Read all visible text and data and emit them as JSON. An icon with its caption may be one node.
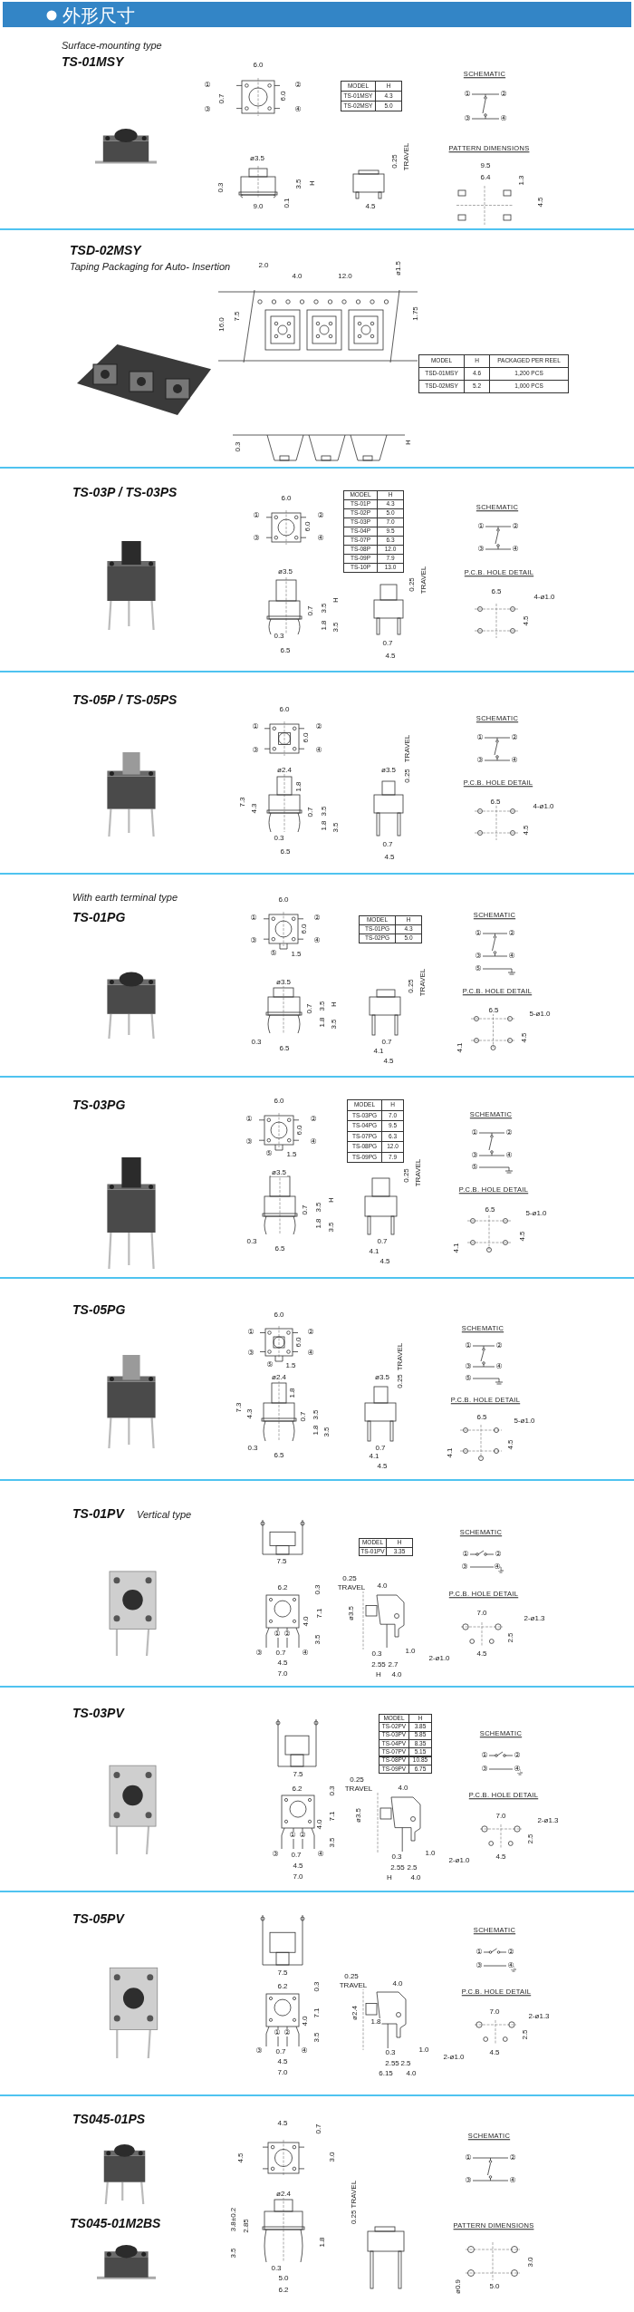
{
  "diagram": {
    "title": "外形尺寸",
    "labels": [
      "Surface-mounting type",
      "TS-01MSY",
      "6.0",
      "①",
      "②",
      "③",
      "④",
      "0.7",
      "6.0",
      "MODEL",
      "H",
      "TS-01MSY",
      "4.3",
      "TS-02MSY",
      "5.0",
      "SCHEMATIC",
      "①",
      "②",
      "③",
      "④",
      "ø3.5",
      "0.3",
      "3.5",
      "H",
      "9.0",
      "0.1",
      "0.25",
      "TRAVEL",
      "4.5",
      "PATTERN DIMENSIONS",
      "9.5",
      "6.4",
      "1.3",
      "4.5",
      "TSD-02MSY",
      "Taping Packaging for Auto- Insertion",
      "2.0",
      "4.0",
      "12.0",
      "ø1.5",
      "7.5",
      "16.0",
      "1.75",
      "MODEL",
      "H",
      "PACKAGED PER REEL",
      "TSD-01MSY",
      "4.6",
      "1,200 PCS",
      "TSD-02MSY",
      "5.2",
      "1,000 PCS",
      "0.3",
      "H",
      "TS-03P / TS-03PS",
      "6.0",
      "①",
      "②",
      "③",
      "④",
      "6.0",
      "MODEL",
      "H",
      "TS-01P",
      "4.3",
      "TS-02P",
      "5.0",
      "TS-03P",
      "7.0",
      "TS-04P",
      "9.5",
      "TS-07P",
      "6.3",
      "TS-08P",
      "12.0",
      "TS-09P",
      "7.9",
      "TS-10P",
      "13.0",
      "SCHEMATIC",
      "①",
      "②",
      "③",
      "④",
      "ø3.5",
      "0.7",
      "3.5",
      "H",
      "1.8",
      "3.5",
      "0.3",
      "6.5",
      "0.25",
      "TRAVEL",
      "0.7",
      "4.5",
      "P.C.B. HOLE DETAIL",
      "6.5",
      "4-ø1.0",
      "4.5",
      "TS-05P / TS-05PS",
      "6.0",
      "①",
      "②",
      "③",
      "④",
      "6.0",
      "ø2.4",
      "ø3.5",
      "0.25",
      "TRAVEL",
      "SCHEMATIC",
      "①",
      "②",
      "③",
      "④",
      "1.8",
      "7.3",
      "4.3",
      "0.7",
      "3.5",
      "1.8",
      "3.5",
      "0.3",
      "6.5",
      "0.7",
      "4.5",
      "P.C.B. HOLE DETAIL",
      "6.5",
      "4-ø1.0",
      "4.5",
      "With earth terminal type",
      "TS-01PG",
      "6.0",
      "①",
      "②",
      "③",
      "④",
      "6.0",
      "⑤",
      "1.5",
      "MODEL",
      "H",
      "TS-01PG",
      "4.3",
      "TS-02PG",
      "5.0",
      "ø3.5",
      "0.7",
      "3.5",
      "H",
      "1.8",
      "3.5",
      "0.3",
      "6.5",
      "0.25",
      "TRAVEL",
      "0.7",
      "4.1",
      "4.5",
      "SCHEMATIC",
      "①",
      "②",
      "③",
      "④",
      "⑤",
      "P.C.B. HOLE DETAIL",
      "6.5",
      "5-ø1.0",
      "4.5",
      "4.1",
      "TS-03PG",
      "6.0",
      "①",
      "②",
      "③",
      "④",
      "6.0",
      "⑤",
      "1.5",
      "MODEL",
      "H",
      "TS-03PG",
      "7.0",
      "TS-04PG",
      "9.5",
      "TS-07PG",
      "6.3",
      "TS-08PG",
      "12.0",
      "TS-09PG",
      "7.9",
      "SCHEMATIC",
      "①",
      "②",
      "③",
      "④",
      "⑤",
      "ø3.5",
      "0.7",
      "3.5",
      "H",
      "1.8",
      "3.5",
      "0.3",
      "6.5",
      "0.25",
      "TRAVEL",
      "0.7",
      "4.1",
      "4.5",
      "P.C.B. HOLE DETAIL",
      "6.5",
      "5-ø1.0",
      "4.5",
      "4.1",
      "TS-05PG",
      "6.0",
      "①",
      "②",
      "③",
      "④",
      "6.0",
      "⑤",
      "1.5",
      "ø2.4",
      "1.8",
      "7.3",
      "4.3",
      "0.7",
      "3.5",
      "1.8",
      "3.5",
      "0.3",
      "6.5",
      "ø3.5",
      "0.25",
      "TRAVEL",
      "0.7",
      "4.1",
      "4.5",
      "SCHEMATIC",
      "①",
      "②",
      "③",
      "④",
      "⑤",
      "P.C.B. HOLE DETAIL",
      "6.5",
      "5-ø1.0",
      "4.5",
      "4.1",
      "TS-01PV",
      "Vertical type",
      "MODEL",
      "H",
      "TS-01PV",
      "3.35",
      "SCHEMATIC",
      "①",
      "②",
      "③",
      "④",
      "7.5",
      "6.2",
      "0.3",
      "7.1",
      "4.0",
      "3.5",
      "①",
      "②",
      "③",
      "0.7",
      "④",
      "4.5",
      "7.0",
      "0.25",
      "TRAVEL",
      "4.0",
      "ø3.5",
      "0.3",
      "1.0",
      "2.55",
      "2.7",
      "H",
      "4.0",
      "P.C.B. HOLE DETAIL",
      "7.0",
      "2-ø1.3",
      "2.5",
      "4.5",
      "2-ø1.0",
      "TS-03PV",
      "MODEL",
      "H",
      "TS-02PV",
      "3.85",
      "TS-03PV",
      "5.85",
      "TS-04PV",
      "8.35",
      "TS-07PV",
      "5.15",
      "TS-08PV",
      "10.85",
      "TS-09PV",
      "6.75",
      "SCHEMATIC",
      "①",
      "②",
      "③",
      "④",
      "7.5",
      "6.2",
      "0.3",
      "7.1",
      "4.0",
      "3.5",
      "①",
      "②",
      "③",
      "0.7",
      "④",
      "4.5",
      "7.0",
      "0.25",
      "TRAVEL",
      "4.0",
      "ø3.5",
      "0.3",
      "1.0",
      "2.55",
      "2.5",
      "H",
      "4.0",
      "P.C.B. HOLE DETAIL",
      "7.0",
      "2-ø1.3",
      "2.5",
      "4.5",
      "2-ø1.0",
      "TS-05PV",
      "SCHEMATIC",
      "①",
      "②",
      "③",
      "④",
      "7.5",
      "6.2",
      "0.3",
      "7.1",
      "4.0",
      "3.5",
      "①",
      "②",
      "③",
      "0.7",
      "④",
      "4.5",
      "7.0",
      "0.25",
      "TRAVEL",
      "4.0",
      "ø2.4",
      "1.8",
      "0.3",
      "1.0",
      "2.55",
      "2.5",
      "6.15",
      "4.0",
      "P.C.B. HOLE DETAIL",
      "7.0",
      "2-ø1.3",
      "2.5",
      "4.5",
      "2-ø1.0",
      "TS045-01PS",
      "TS045-01M2BS",
      "4.5",
      "0.7",
      "4.5",
      "3.0",
      "ø2.4",
      "3.8±0.2",
      "2.85",
      "1.8",
      "3.5",
      "0.3",
      "5.0",
      "6.2",
      "0.25 TRAVEL",
      "SCHEMATIC",
      "①",
      "②",
      "③",
      "④",
      "PATTERN DIMENSIONS",
      "3.0",
      "ø0.9",
      "5.0"
    ]
  }
}
